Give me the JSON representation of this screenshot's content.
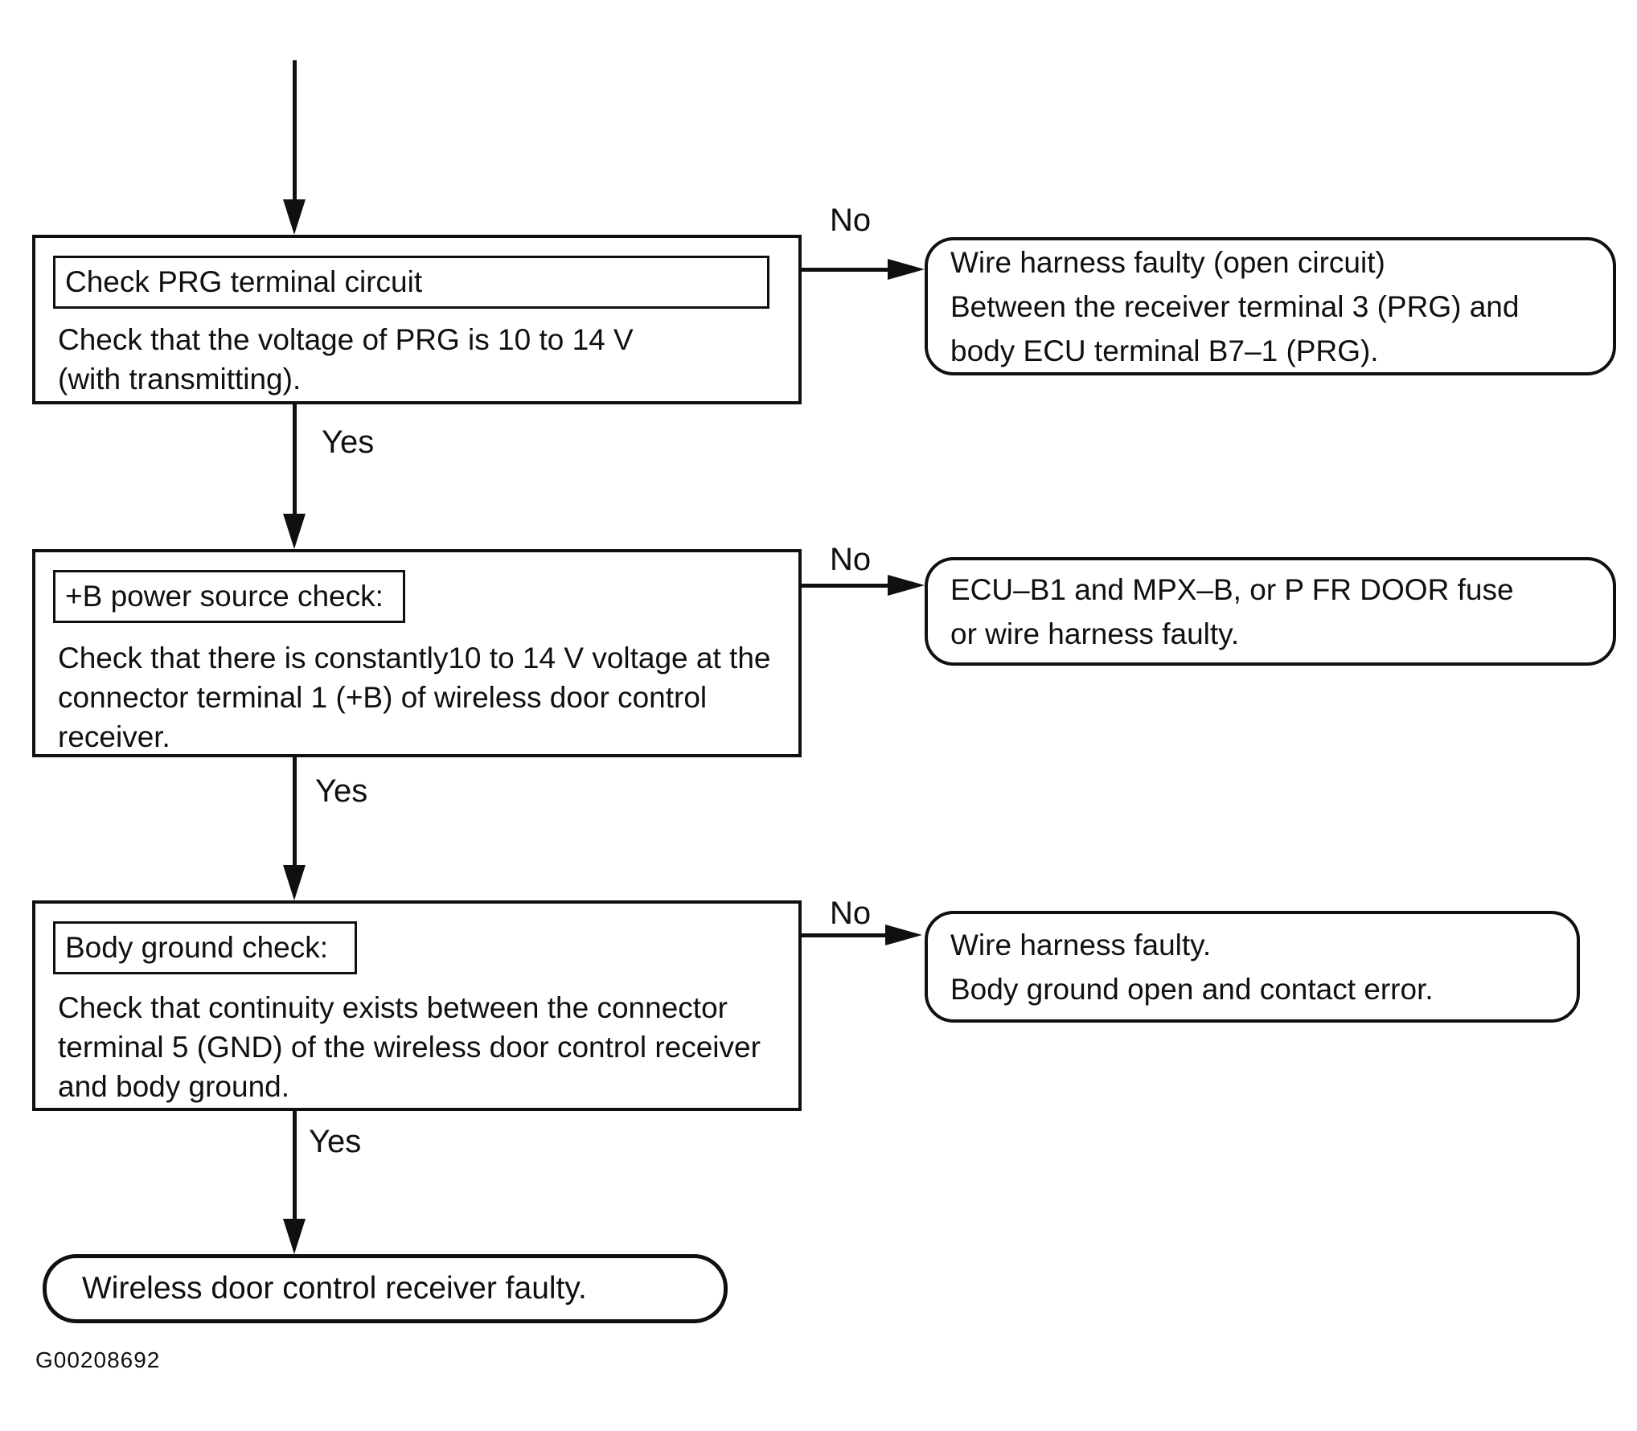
{
  "page": {
    "background": "#ffffff",
    "ink": "#101010"
  },
  "figure_id": "G00208692",
  "flow": {
    "branch_labels": {
      "yes": "Yes",
      "no": "No"
    },
    "steps": [
      {
        "title": "Check PRG terminal circuit",
        "body_lines": [
          "Check that the voltage of PRG is 10 to 14 V",
          "(with transmitting)."
        ],
        "no_outcome_lines": [
          "Wire harness faulty (open circuit)",
          "Between the receiver terminal 3 (PRG) and",
          "body ECU terminal B7–1 (PRG)."
        ]
      },
      {
        "title": "+B power source check:",
        "body_lines": [
          "Check that there is constantly10 to 14 V voltage at the",
          "connector terminal 1 (+B) of wireless door control",
          "receiver."
        ],
        "no_outcome_lines": [
          "ECU–B1 and MPX–B, or P FR DOOR fuse",
          "or wire harness faulty."
        ]
      },
      {
        "title": "Body ground check:",
        "body_lines": [
          "Check that continuity exists between the connector",
          "terminal 5 (GND) of the wireless door control receiver",
          "and body ground."
        ],
        "no_outcome_lines": [
          "Wire harness faulty.",
          "Body ground open and contact error."
        ]
      }
    ],
    "final_outcome": "Wireless door control receiver faulty."
  }
}
